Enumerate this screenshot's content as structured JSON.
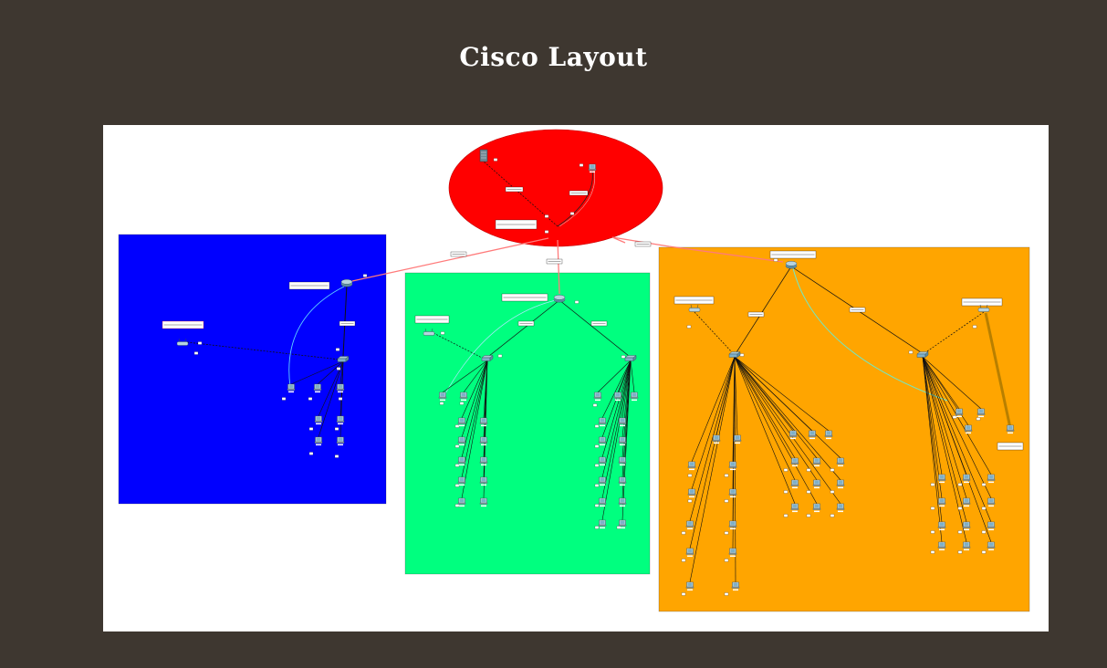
{
  "page": {
    "title": "Cisco Layout"
  },
  "colors": {
    "background": "#3e3730",
    "canvas": "#ffffff",
    "core_zone": "#ff0000",
    "blue_zone": "#0000ff",
    "green_zone": "#00ff7f",
    "orange_zone": "#ffa500",
    "device": "#7fb0c8",
    "link": "#111111"
  },
  "diagram": {
    "zones": [
      {
        "id": "core",
        "shape": "ellipse",
        "color": "#ff0000"
      },
      {
        "id": "blue",
        "shape": "rect",
        "color": "#0000ff"
      },
      {
        "id": "green",
        "shape": "rect",
        "color": "#00ff7f"
      },
      {
        "id": "orange",
        "shape": "rect",
        "color": "#ffa500"
      }
    ],
    "icons": {
      "router": "router-icon",
      "switch": "switch-icon",
      "pc": "pc-icon",
      "server": "server-icon",
      "access_point": "access-point-icon"
    }
  }
}
